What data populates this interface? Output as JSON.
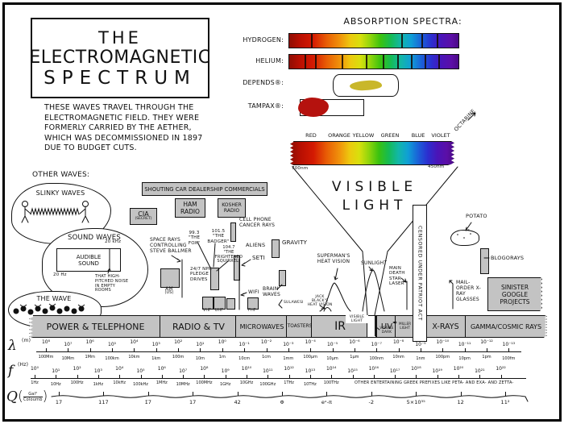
{
  "colors": {
    "ink": "#111111",
    "box_gray": "#c3c3c3",
    "tampax_red": "#b5120e",
    "depends_yellow": "#c9b72a"
  },
  "title": {
    "line1": "THE",
    "line2": "ELECTROMAGNETIC",
    "line3": "SPECTRUM"
  },
  "intro": "THESE WAVES TRAVEL THROUGH THE ELECTROMAGNETIC FIELD. THEY WERE FORMERLY CARRIED BY THE AETHER, WHICH WAS DECOMMISSIONED IN 1897 DUE TO BUDGET CUTS.",
  "absorption": {
    "heading": "ABSORPTION SPECTRA:",
    "hydrogen_label": "HYDROGEN:",
    "helium_label": "HELIUM:",
    "depends_label": "DEPENDS®:",
    "tampax_label": "TAMPAX®:",
    "hydrogen_lines": [
      0.13,
      0.66,
      0.78,
      0.87
    ],
    "helium_lines": [
      0.09,
      0.15,
      0.31,
      0.45,
      0.55,
      0.64,
      0.72,
      0.8,
      0.88
    ]
  },
  "visible": {
    "color_labels": [
      "RED",
      "ORANGE",
      "YELLOW",
      "GREEN",
      "BLUE",
      "VIOLET"
    ],
    "octarine": "OCTARINE",
    "nm_left": "700nm",
    "nm_right": "450nm",
    "funnel_line1": "VISIBLE",
    "funnel_line2": "LIGHT"
  },
  "other_waves": {
    "heading": "OTHER WAVES:",
    "slinky": "SLINKY WAVES",
    "sound_title": "SOUND WAVES",
    "audible": "AUDIBLE SOUND",
    "hz_low": "20 Hz",
    "hz_high": "20 kHz",
    "noise_note": "THAT HIGH-PITCHED NOISE IN EMPTY ROOMS",
    "the_wave": "THE WAVE"
  },
  "annotations": {
    "shouting": "SHOUTING CAR DEALERSHIP COMMERCIALS",
    "cia": {
      "label": "CIA",
      "sub": "(SECRET)"
    },
    "ham": "HAM RADIO",
    "kosher": "KOSHER RADIO",
    "cell": "CELL PHONE CANCER RAYS",
    "fox": {
      "freq": "99.3",
      "name": "\"THE FOX\""
    },
    "badger": {
      "freq": "101.5",
      "name": "\"THE BADGER\""
    },
    "squirrel": {
      "freq": "104.7",
      "name": "\"THE FRIGHTENED SQUIRREL\""
    },
    "space_rays": "SPACE RAYS CONTROLLING STEVE BALLMER",
    "am": {
      "label": "AM",
      "sub": "(US)"
    },
    "npr": "24/7 NPR PLEDGE DRIVES",
    "vhf": "VHF",
    "uhf": "UHF",
    "fhf": "FHF",
    "aliens": "ALIENS",
    "seti": "SETI",
    "wifi": "WIFI",
    "brain": "BRAIN WAVES",
    "sulawesi": "SULAWESI",
    "gravity": "GRAVITY",
    "superman": "SUPERMAN'S HEAT VISION",
    "jack": "JACK BLACK'S HEAT VISION",
    "sunlight": "SUNLIGHT",
    "death_star": "MAIN DEATH STAR LASER",
    "patriot": "CENSORED UNDER PATRIOT ACT",
    "potato": "POTATO",
    "blogorays": "BLOGORAYS",
    "mail_order": "MAIL-ORDER X-RAY GLASSES",
    "sinister": "SINISTER GOOGLE PROJECTS",
    "visible_small": "VISIBLE LIGHT",
    "visible_dark": "VISIBLE DARK",
    "miller": "MILLER LIGHT"
  },
  "bands": {
    "power": "POWER & TELEPHONE",
    "radio": "RADIO & TV",
    "micro": "MICROWAVES",
    "toasters": "TOASTERS",
    "ir": "IR",
    "uv": "UV",
    "xrays": "X-RAYS",
    "gamma": "GAMMA/COSMIC RAYS"
  },
  "axes": {
    "lambda": {
      "symbol": "λ",
      "unit": "(m)",
      "powers": [
        "10⁸",
        "10⁷",
        "10⁶",
        "10⁵",
        "10⁴",
        "10³",
        "10²",
        "10¹",
        "10⁰",
        "10⁻¹",
        "10⁻²",
        "10⁻³",
        "10⁻⁴",
        "10⁻⁵",
        "10⁻⁶",
        "10⁻⁷",
        "10⁻⁸",
        "10⁻⁹",
        "10⁻¹⁰",
        "10⁻¹¹",
        "10⁻¹²",
        "10⁻¹³"
      ],
      "units": [
        "100Mm",
        "10Mm",
        "1Mm",
        "100km",
        "10km",
        "1km",
        "100m",
        "10m",
        "1m",
        "10cm",
        "1cm",
        "1mm",
        "100µm",
        "10µm",
        "1µm",
        "100nm",
        "10nm",
        "1nm",
        "100pm",
        "10pm",
        "1pm",
        "100fm"
      ]
    },
    "f": {
      "symbol": "f",
      "unit": "(Hz)",
      "powers": [
        "10⁰",
        "10¹",
        "10²",
        "10³",
        "10⁴",
        "10⁵",
        "10⁶",
        "10⁷",
        "10⁸",
        "10⁹",
        "10¹⁰",
        "10¹¹",
        "10¹²",
        "10¹³",
        "10¹⁴",
        "10¹⁵",
        "10¹⁶",
        "10¹⁷",
        "10¹⁸",
        "10¹⁹",
        "10²⁰",
        "10²¹",
        "10²²"
      ],
      "units": [
        "1Hz",
        "10Hz",
        "100Hz",
        "1kHz",
        "10kHz",
        "100kHz",
        "1MHz",
        "10MHz",
        "100MHz",
        "1GHz",
        "10GHz",
        "100GHz",
        "1THz",
        "10THz",
        "100THz"
      ],
      "note": "OTHER ENTERTAINING GREEK PREFIXES LIKE PETA- AND EXA- AND ZETTA-"
    },
    "q": {
      "symbol": "Q",
      "unit_numerator": "Gal²",
      "unit_denominator": "Coloumb",
      "values": [
        "17",
        "117",
        "1̄7̄",
        "17",
        "42",
        "Φ",
        "eˣ-π",
        "-2",
        "5×10³⁵",
        "12",
        "11²"
      ]
    }
  }
}
